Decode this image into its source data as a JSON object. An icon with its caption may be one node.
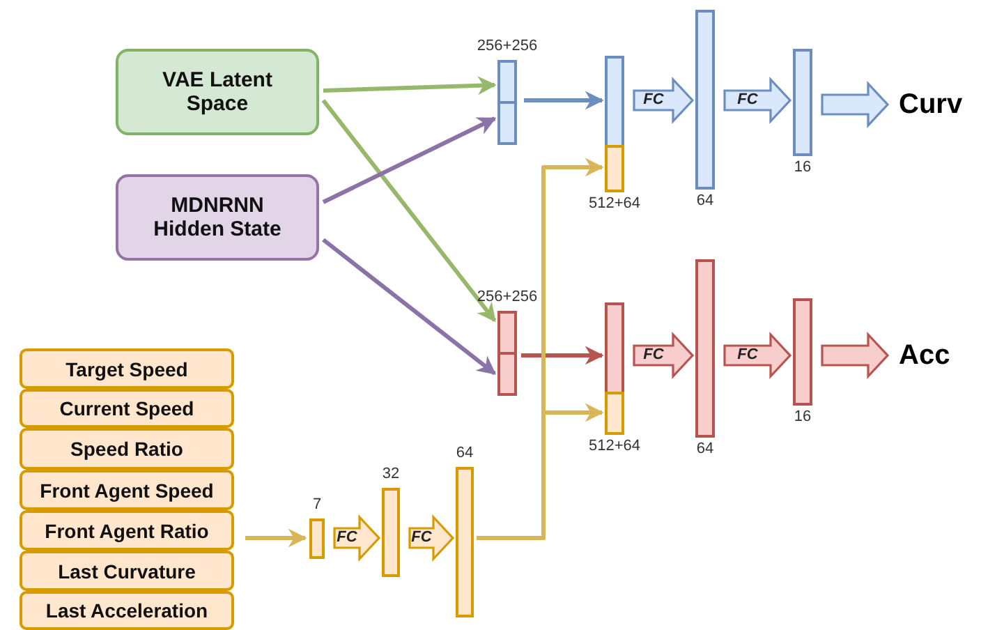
{
  "diagram": {
    "nodes": [
      {
        "text": [
          "VAE Latent Space"
        ]
      },
      {
        "text": [
          "MDNRNN Hidden State"
        ]
      },
      {
        "text": [
          "Target Speed"
        ]
      },
      {
        "text": [
          "Current Speed"
        ]
      },
      {
        "text": [
          "Speed Ratio"
        ]
      },
      {
        "text": [
          "Front Agent Speed"
        ]
      },
      {
        "text": [
          "Front Agent Ratio"
        ]
      },
      {
        "text": [
          "Last Curvature"
        ]
      },
      {
        "text": [
          "Last Acceleration"
        ]
      },
      {
        "text": [],
        "shape": "bar",
        "beside": [
          "256+256"
        ]
      },
      {
        "text": [],
        "shape": "bar",
        "beside": [
          "256+256"
        ]
      },
      {
        "text": [],
        "shape": "bar",
        "beside": [
          "512+64"
        ]
      },
      {
        "text": [],
        "shape": "bar",
        "beside": [
          "512+64"
        ]
      },
      {
        "text": [],
        "shape": "bar",
        "beside": [
          "64"
        ]
      },
      {
        "text": [],
        "shape": "bar",
        "beside": [
          "16"
        ]
      },
      {
        "text": [
          "Curv"
        ]
      },
      {
        "text": [],
        "shape": "bar",
        "beside": [
          "64"
        ]
      },
      {
        "text": [],
        "shape": "bar",
        "beside": [
          "16"
        ]
      },
      {
        "text": [
          "Acc"
        ]
      },
      {
        "text": [],
        "shape": "bar",
        "beside": [
          "7"
        ]
      },
      {
        "text": [],
        "shape": "bar",
        "beside": [
          "32"
        ]
      },
      {
        "text": [],
        "shape": "bar",
        "beside": [
          "64"
        ]
      }
    ],
    "edges": [
      {
        "from": 0,
        "to": 9,
        "arrow": "to",
        "color": "#97b86b"
      },
      {
        "from": 0,
        "to": 10,
        "arrow": "to",
        "color": "#97b86b"
      },
      {
        "from": 1,
        "to": 9,
        "arrow": "to",
        "color": "#8a73a6"
      },
      {
        "from": 1,
        "to": 10,
        "arrow": "to",
        "color": "#8a73a6"
      },
      {
        "from": 9,
        "to": 11,
        "arrow": "to",
        "color": "#6c8ebf"
      },
      {
        "from": 10,
        "to": 12,
        "arrow": "to",
        "color": "#b85450"
      },
      {
        "from": 11,
        "to": 13,
        "arrow": "to",
        "label": "FC",
        "style": "thick",
        "color": "#6c8ebf"
      },
      {
        "from": 13,
        "to": 14,
        "arrow": "to",
        "label": "FC",
        "style": "thick",
        "color": "#6c8ebf"
      },
      {
        "from": 14,
        "to": 15,
        "arrow": "to",
        "style": "thick",
        "color": "#6c8ebf"
      },
      {
        "from": 12,
        "to": 16,
        "arrow": "to",
        "label": "FC",
        "style": "thick",
        "color": "#b85450"
      },
      {
        "from": 16,
        "to": 17,
        "arrow": "to",
        "label": "FC",
        "style": "thick",
        "color": "#b85450"
      },
      {
        "from": 17,
        "to": 18,
        "arrow": "to",
        "style": "thick",
        "color": "#b85450"
      },
      {
        "from": 6,
        "to": 19,
        "arrow": "to"
      },
      {
        "from": 19,
        "to": 20,
        "arrow": "to",
        "label": "FC",
        "style": "thick",
        "color": "#d79b00"
      },
      {
        "from": 20,
        "to": 21,
        "arrow": "to",
        "label": "FC",
        "style": "thick",
        "color": "#d79b00"
      },
      {
        "from": 21,
        "to": 11,
        "arrow": "to"
      },
      {
        "from": 21,
        "to": 12,
        "arrow": "to"
      }
    ]
  }
}
